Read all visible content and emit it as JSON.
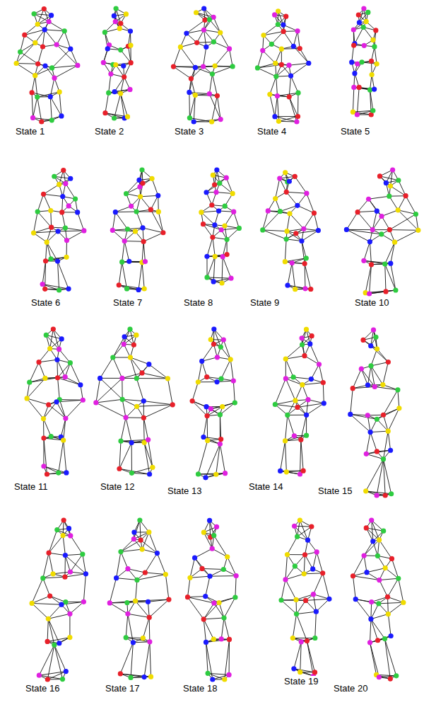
{
  "diagram": {
    "labels": [
      "State 1",
      "State 2",
      "State 3",
      "State 4",
      "State 5",
      "State 6",
      "State 7",
      "State 8",
      "State 9",
      "State 10",
      "State 11",
      "State 12",
      "State 13",
      "State 14",
      "State 15",
      "State 16",
      "State 17",
      "State 18",
      "State 19",
      "State 20"
    ]
  }
}
